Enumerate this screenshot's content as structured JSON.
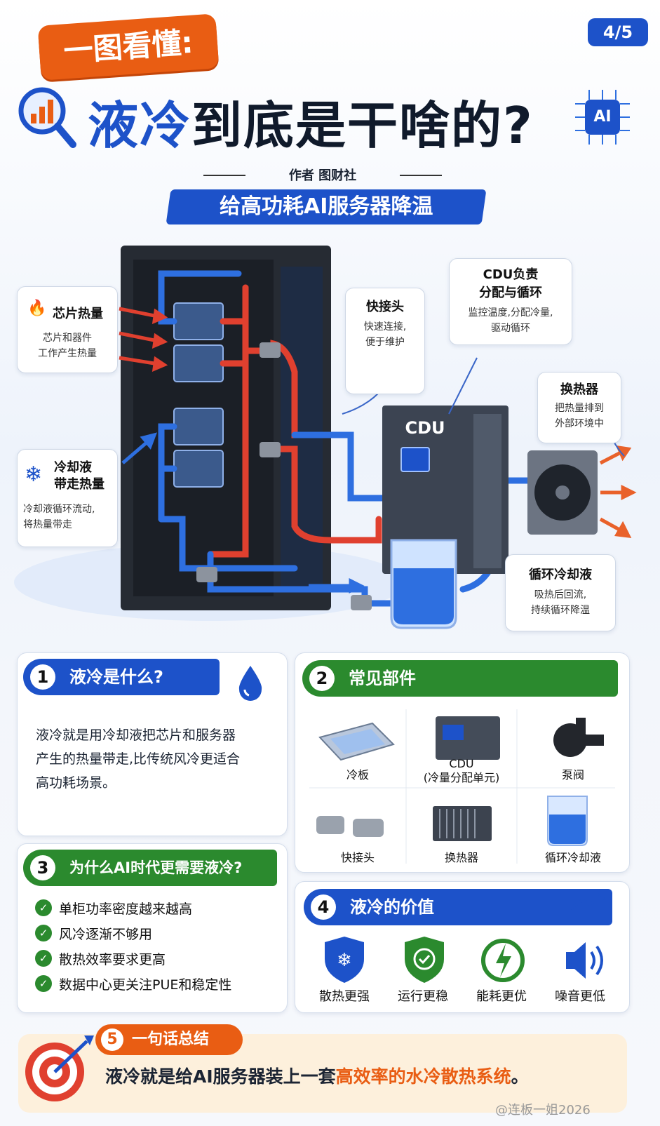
{
  "page_badge": "4/5",
  "title_tag": "一图看懂:",
  "title_part1": "液冷",
  "title_part2": "到底是干啥的?",
  "ai_chip_label": "AI",
  "author": "作者  图财社",
  "subtitle": "给高功耗AI服务器降温",
  "callouts": {
    "chip_heat": {
      "title": "芯片热量",
      "body": "芯片和器件\n工作产生热量"
    },
    "coolant": {
      "title": "冷却液\n带走热量",
      "body": "冷却液循环流动,\n将热量带走"
    },
    "quick_connector": {
      "title": "快接头",
      "body": "快速连接,\n便于维护"
    },
    "cdu_role": {
      "title": "CDU负责\n分配与循环",
      "body": "监控温度,分配冷量,\n驱动循环"
    },
    "heat_exchanger": {
      "title": "换热器",
      "body": "把热量排到\n外部环境中"
    },
    "circulating": {
      "title": "循环冷却液",
      "body": "吸热后回流,\n持续循环降温"
    }
  },
  "cdu_label": "CDU",
  "sections": {
    "s1": {
      "num": "1",
      "title": "液冷是什么?",
      "body": "液冷就是用冷却液把芯片和服务器\n产生的热量带走,比传统风冷更适合\n高功耗场景。"
    },
    "s2": {
      "num": "2",
      "title": "常见部件",
      "parts": [
        "冷板",
        "CDU\n(冷量分配单元)",
        "泵阀",
        "快接头",
        "换热器",
        "循环冷却液"
      ]
    },
    "s3": {
      "num": "3",
      "title": "为什么AI时代更需要液冷?",
      "items": [
        "单柜功率密度越来越高",
        "风冷逐渐不够用",
        "散热效率要求更高",
        "数据中心更关注PUE和稳定性"
      ]
    },
    "s4": {
      "num": "4",
      "title": "液冷的价值",
      "values": [
        "散热更强",
        "运行更稳",
        "能耗更优",
        "噪音更低"
      ]
    },
    "s5": {
      "num": "5",
      "title": "一句话总结",
      "body_plain": "液冷就是给AI服务器装上一套",
      "body_highlight": "高效率的水冷散热系统",
      "body_end": "。"
    }
  },
  "watermark": "@连板一姐2026",
  "colors": {
    "blue": "#1d52c9",
    "green": "#2b8a2e",
    "orange": "#e95d13",
    "red_pipe": "#e0402f",
    "blue_pipe": "#2e6fe0"
  }
}
